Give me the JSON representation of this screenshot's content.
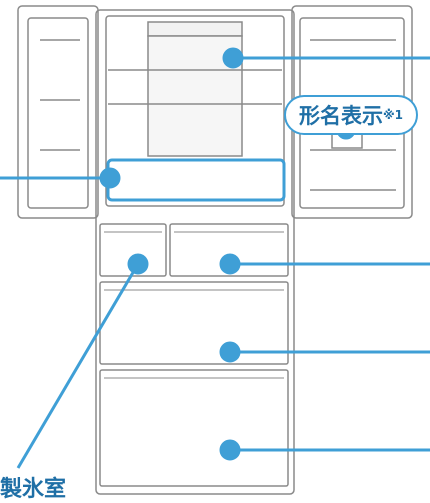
{
  "labels": {
    "model_name": "形名表示",
    "model_name_note": "※1",
    "ice_room": "製氷室"
  },
  "colors": {
    "line": "#3f9fd6",
    "text": "#1f6fa6",
    "outline": "#8a8a8a"
  }
}
